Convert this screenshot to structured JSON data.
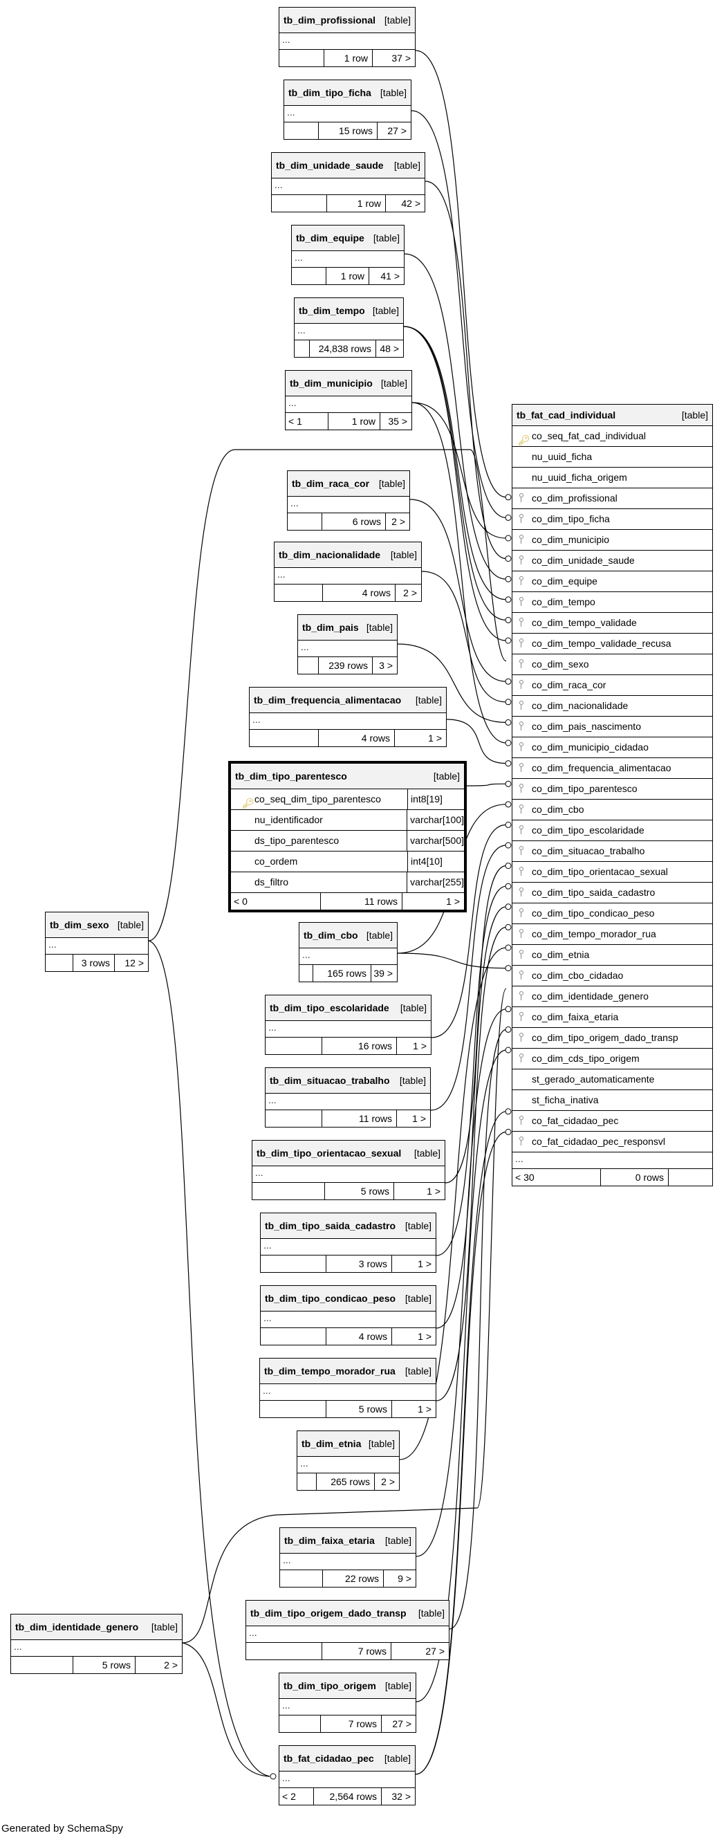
{
  "footer": "Generated by SchemaSpy",
  "tag": "[table]",
  "ellipsis": "...",
  "tables": {
    "profissional": {
      "name": "tb_dim_profissional",
      "rows": "1 row",
      "children": "37 >"
    },
    "tipo_ficha": {
      "name": "tb_dim_tipo_ficha",
      "rows": "15 rows",
      "children": "27 >"
    },
    "unidade_saude": {
      "name": "tb_dim_unidade_saude",
      "rows": "1 row",
      "children": "42 >"
    },
    "equipe": {
      "name": "tb_dim_equipe",
      "rows": "1 row",
      "children": "41 >"
    },
    "tempo": {
      "name": "tb_dim_tempo",
      "rows": "24,838 rows",
      "children": "48 >"
    },
    "municipio": {
      "name": "tb_dim_municipio",
      "parents": "< 1",
      "rows": "1 row",
      "children": "35 >"
    },
    "raca_cor": {
      "name": "tb_dim_raca_cor",
      "rows": "6 rows",
      "children": "2 >"
    },
    "nacionalidade": {
      "name": "tb_dim_nacionalidade",
      "rows": "4 rows",
      "children": "2 >"
    },
    "pais": {
      "name": "tb_dim_pais",
      "rows": "239 rows",
      "children": "3 >"
    },
    "frequencia_alimentacao": {
      "name": "tb_dim_frequencia_alimentacao",
      "rows": "4 rows",
      "children": "1 >"
    },
    "tipo_parentesco": {
      "name": "tb_dim_tipo_parentesco",
      "parents": "< 0",
      "rows": "11 rows",
      "children": "1 >",
      "columns": [
        {
          "name": "co_seq_dim_tipo_parentesco",
          "type": "int8[19]"
        },
        {
          "name": "nu_identificador",
          "type": "varchar[100]"
        },
        {
          "name": "ds_tipo_parentesco",
          "type": "varchar[500]"
        },
        {
          "name": "co_ordem",
          "type": "int4[10]"
        },
        {
          "name": "ds_filtro",
          "type": "varchar[255]"
        }
      ]
    },
    "sexo": {
      "name": "tb_dim_sexo",
      "rows": "3 rows",
      "children": "12 >"
    },
    "cbo": {
      "name": "tb_dim_cbo",
      "rows": "165 rows",
      "children": "39 >"
    },
    "tipo_escolaridade": {
      "name": "tb_dim_tipo_escolaridade",
      "rows": "16 rows",
      "children": "1 >"
    },
    "situacao_trabalho": {
      "name": "tb_dim_situacao_trabalho",
      "rows": "11 rows",
      "children": "1 >"
    },
    "tipo_orientacao_sexual": {
      "name": "tb_dim_tipo_orientacao_sexual",
      "rows": "5 rows",
      "children": "1 >"
    },
    "tipo_saida_cadastro": {
      "name": "tb_dim_tipo_saida_cadastro",
      "rows": "3 rows",
      "children": "1 >"
    },
    "tipo_condicao_peso": {
      "name": "tb_dim_tipo_condicao_peso",
      "rows": "4 rows",
      "children": "1 >"
    },
    "tempo_morador_rua": {
      "name": "tb_dim_tempo_morador_rua",
      "rows": "5 rows",
      "children": "1 >"
    },
    "etnia": {
      "name": "tb_dim_etnia",
      "rows": "265 rows",
      "children": "2 >"
    },
    "faixa_etaria": {
      "name": "tb_dim_faixa_etaria",
      "rows": "22 rows",
      "children": "9 >"
    },
    "tipo_origem_dado_transp": {
      "name": "tb_dim_tipo_origem_dado_transp",
      "rows": "7 rows",
      "children": "27 >"
    },
    "tipo_origem": {
      "name": "tb_dim_tipo_origem",
      "rows": "7 rows",
      "children": "27 >"
    },
    "identidade_genero": {
      "name": "tb_dim_identidade_genero",
      "rows": "5 rows",
      "children": "2 >"
    },
    "fat_cidadao_pec": {
      "name": "tb_fat_cidadao_pec",
      "parents": "< 2",
      "rows": "2,564 rows",
      "children": "32 >"
    },
    "fat_cad_individual": {
      "name": "tb_fat_cad_individual",
      "parents": "< 30",
      "rows": "0 rows",
      "columns": [
        {
          "name": "co_seq_fat_cad_individual",
          "key": "pk"
        },
        {
          "name": "nu_uuid_ficha",
          "key": ""
        },
        {
          "name": "nu_uuid_ficha_origem",
          "key": ""
        },
        {
          "name": "co_dim_profissional",
          "key": "fk"
        },
        {
          "name": "co_dim_tipo_ficha",
          "key": "fk"
        },
        {
          "name": "co_dim_municipio",
          "key": "fk"
        },
        {
          "name": "co_dim_unidade_saude",
          "key": "fk"
        },
        {
          "name": "co_dim_equipe",
          "key": "fk"
        },
        {
          "name": "co_dim_tempo",
          "key": "fk"
        },
        {
          "name": "co_dim_tempo_validade",
          "key": "fk"
        },
        {
          "name": "co_dim_tempo_validade_recusa",
          "key": "fk"
        },
        {
          "name": "co_dim_sexo",
          "key": "fk"
        },
        {
          "name": "co_dim_raca_cor",
          "key": "fk"
        },
        {
          "name": "co_dim_nacionalidade",
          "key": "fk"
        },
        {
          "name": "co_dim_pais_nascimento",
          "key": "fk"
        },
        {
          "name": "co_dim_municipio_cidadao",
          "key": "fk"
        },
        {
          "name": "co_dim_frequencia_alimentacao",
          "key": "fk"
        },
        {
          "name": "co_dim_tipo_parentesco",
          "key": "fk"
        },
        {
          "name": "co_dim_cbo",
          "key": "fk"
        },
        {
          "name": "co_dim_tipo_escolaridade",
          "key": "fk"
        },
        {
          "name": "co_dim_situacao_trabalho",
          "key": "fk"
        },
        {
          "name": "co_dim_tipo_orientacao_sexual",
          "key": "fk"
        },
        {
          "name": "co_dim_tipo_saida_cadastro",
          "key": "fk"
        },
        {
          "name": "co_dim_tipo_condicao_peso",
          "key": "fk"
        },
        {
          "name": "co_dim_tempo_morador_rua",
          "key": "fk"
        },
        {
          "name": "co_dim_etnia",
          "key": "fk"
        },
        {
          "name": "co_dim_cbo_cidadao",
          "key": "fk"
        },
        {
          "name": "co_dim_identidade_genero",
          "key": "fk"
        },
        {
          "name": "co_dim_faixa_etaria",
          "key": "fk"
        },
        {
          "name": "co_dim_tipo_origem_dado_transp",
          "key": "fk"
        },
        {
          "name": "co_dim_cds_tipo_origem",
          "key": "fk"
        },
        {
          "name": "st_gerado_automaticamente",
          "key": ""
        },
        {
          "name": "st_ficha_inativa",
          "key": ""
        },
        {
          "name": "co_fat_cidadao_pec",
          "key": "fk"
        },
        {
          "name": "co_fat_cidadao_pec_responsvl",
          "key": "fk"
        }
      ]
    }
  }
}
